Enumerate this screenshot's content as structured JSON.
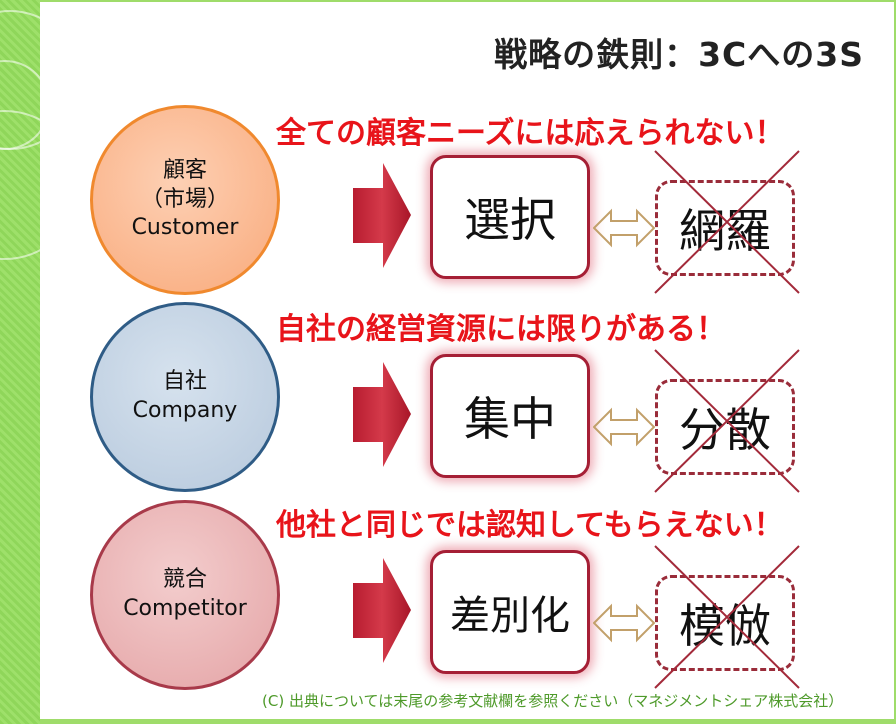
{
  "title": "戦略の鉄則：3Cへの3S",
  "rows": [
    {
      "circle_lines": [
        "顧客",
        "（市場）",
        "Customer"
      ],
      "headline": "全ての顧客ニーズには応えられない！",
      "choice": "選択",
      "rejected": "網羅"
    },
    {
      "circle_lines": [
        "自社",
        "Company"
      ],
      "headline": "自社の経営資源には限りがある！",
      "choice": "集中",
      "rejected": "分散"
    },
    {
      "circle_lines": [
        "競合",
        "Competitor"
      ],
      "headline": "他社と同じでは認知してもらえない！",
      "choice": "差別化",
      "rejected": "模倣"
    }
  ],
  "footer": "(C) 出典については末尾の参考文献欄を参照ください（マネジメントシェア株式会社）",
  "colors": {
    "headline": "#e8141a",
    "accent": "#a51f35",
    "footer": "#4e9a2a"
  }
}
